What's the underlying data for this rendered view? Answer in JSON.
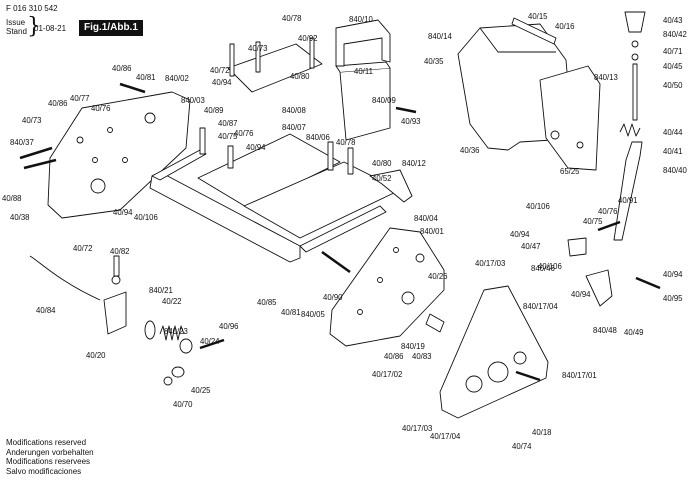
{
  "header": {
    "doc_number": "F 016 310 542",
    "issue_label": "Issue",
    "stand_label": "Stand",
    "issue_date": "01-08-21",
    "figure_title": "Fig.1/Abb.1"
  },
  "footer": {
    "notes": [
      "Modifications reserved",
      "Anderungen vorbehalten",
      "Modifications reservees",
      "Salvo modificaciones"
    ]
  },
  "callouts": [
    {
      "text": "40/78"
    },
    {
      "text": "40/92"
    },
    {
      "text": "40/73"
    },
    {
      "text": "40/72"
    },
    {
      "text": "40/94"
    },
    {
      "text": "40/80"
    },
    {
      "text": "840/08"
    },
    {
      "text": "840/10"
    },
    {
      "text": "40/11"
    },
    {
      "text": "840/09"
    },
    {
      "text": "40/93"
    },
    {
      "text": "40/86"
    },
    {
      "text": "40/81"
    },
    {
      "text": "840/02"
    },
    {
      "text": "840/03"
    },
    {
      "text": "40/89"
    },
    {
      "text": "40/87"
    },
    {
      "text": "40/76"
    },
    {
      "text": "40/75"
    },
    {
      "text": "40/94"
    },
    {
      "text": "840/07"
    },
    {
      "text": "840/06"
    },
    {
      "text": "40/78"
    },
    {
      "text": "40/77"
    },
    {
      "text": "40/86"
    },
    {
      "text": "40/76"
    },
    {
      "text": "40/73"
    },
    {
      "text": "840/37"
    },
    {
      "text": "40/88"
    },
    {
      "text": "40/38"
    },
    {
      "text": "40/94"
    },
    {
      "text": "40/106"
    },
    {
      "text": "40/80"
    },
    {
      "text": "840/12"
    },
    {
      "text": "40/52"
    },
    {
      "text": "840/04"
    },
    {
      "text": "840/01"
    },
    {
      "text": "40/72"
    },
    {
      "text": "40/82"
    },
    {
      "text": "40/84"
    },
    {
      "text": "840/21"
    },
    {
      "text": "40/22"
    },
    {
      "text": "840/23"
    },
    {
      "text": "40/96"
    },
    {
      "text": "40/24"
    },
    {
      "text": "40/20"
    },
    {
      "text": "40/25"
    },
    {
      "text": "40/70"
    },
    {
      "text": "40/85"
    },
    {
      "text": "40/81"
    },
    {
      "text": "840/05"
    },
    {
      "text": "40/90"
    },
    {
      "text": "840/19"
    },
    {
      "text": "40/86"
    },
    {
      "text": "40/83"
    },
    {
      "text": "40/17/02"
    },
    {
      "text": "40/17/03"
    },
    {
      "text": "40/17/04"
    },
    {
      "text": "40/26"
    },
    {
      "text": "40/17/03"
    },
    {
      "text": "840/17/04"
    },
    {
      "text": "840/17/01"
    },
    {
      "text": "40/74"
    },
    {
      "text": "40/18"
    },
    {
      "text": "840/14"
    },
    {
      "text": "40/35"
    },
    {
      "text": "40/15"
    },
    {
      "text": "40/16"
    },
    {
      "text": "40/36"
    },
    {
      "text": "840/13"
    },
    {
      "text": "65/25"
    },
    {
      "text": "40/43"
    },
    {
      "text": "840/42"
    },
    {
      "text": "40/71"
    },
    {
      "text": "40/45"
    },
    {
      "text": "40/50"
    },
    {
      "text": "40/44"
    },
    {
      "text": "40/41"
    },
    {
      "text": "840/40"
    },
    {
      "text": "40/106"
    },
    {
      "text": "40/91"
    },
    {
      "text": "40/76"
    },
    {
      "text": "40/75"
    },
    {
      "text": "40/94"
    },
    {
      "text": "40/47"
    },
    {
      "text": "840/46"
    },
    {
      "text": "40/106"
    },
    {
      "text": "40/94"
    },
    {
      "text": "840/48"
    },
    {
      "text": "40/49"
    },
    {
      "text": "40/94"
    },
    {
      "text": "40/95"
    }
  ]
}
